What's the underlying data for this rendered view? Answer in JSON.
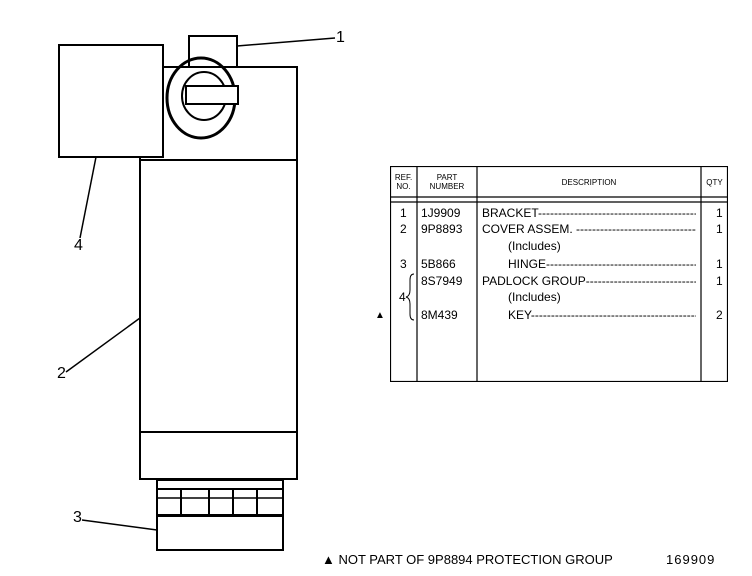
{
  "callouts": {
    "c1": "1",
    "c2": "2",
    "c3": "3",
    "c4": "4"
  },
  "table": {
    "headers": {
      "ref_line1": "REF.",
      "ref_line2": "NO.",
      "part_line1": "PART",
      "part_line2": "NUMBER",
      "description": "DESCRIPTION",
      "qty": "QTY"
    },
    "rows": [
      {
        "ref": "1",
        "part": "1J9909",
        "description": "BRACKET-----------------------------------------",
        "qty": "1"
      },
      {
        "ref": "2",
        "part": "9P8893",
        "description": "COVER ASSEM. ----------------------------------",
        "qty": "1"
      },
      {
        "ref": "",
        "part": "",
        "description": "(Includes)",
        "qty": ""
      },
      {
        "ref": "3",
        "part": "5B866",
        "description": "HINGE-------------------------------------------",
        "qty": "1"
      },
      {
        "ref": "",
        "part": "8S7949",
        "description": "PADLOCK GROUP-----------------------------",
        "qty": "1"
      },
      {
        "ref": "4",
        "part": "",
        "description": "(Includes)",
        "qty": ""
      },
      {
        "ref": "",
        "part": "8M439",
        "description": "KEY------------------------------------------",
        "qty": "2"
      }
    ],
    "marker": "▲"
  },
  "footnote": "▲ NOT PART OF 9P8894 PROTECTION GROUP",
  "drawing_number": "169909"
}
